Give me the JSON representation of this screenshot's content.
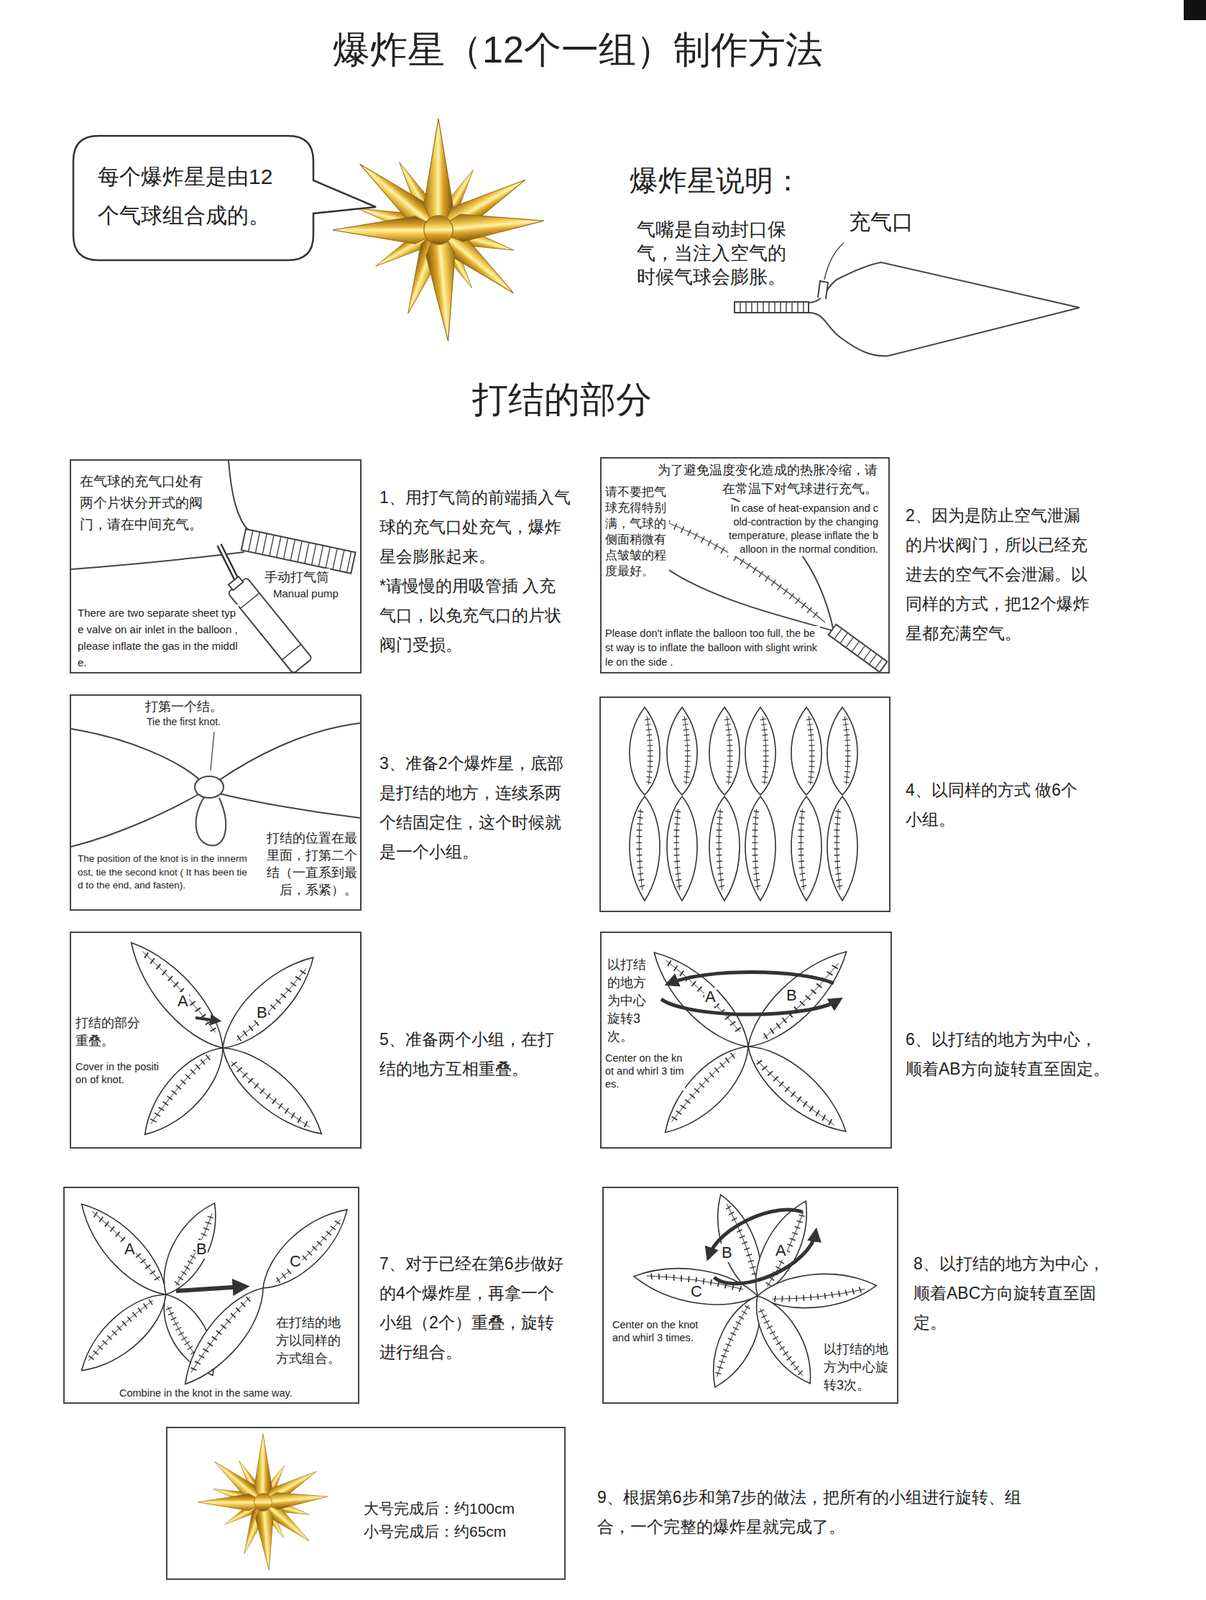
{
  "diagram": {
    "title": "爆炸星（12个一组）制作方法",
    "nodes": [
      {
        "text": [
          "每个爆炸星是由12个气球组合成的。"
        ]
      },
      {
        "text": [
          "在气球的充气口处有两个片状分开式的阀门，请在中间充气。",
          "手动打气筒",
          "Manual pump",
          "There are two separate sheet type valve on air inlet in the balloon , please inflate the gas in the middle."
        ]
      },
      {
        "text": [
          "为了避免温度变化造成的热胀冷缩，请在常温下对气球进行充气。",
          "In case of heat-expansion and cold-contraction by the changing temperature, please inflate the balloon in the normal condition.",
          "请不要把气球充得特别满，气球的侧面稍微有点皱皱的程度最好。",
          "Please don't inflate the balloon too full, the best way is to inflate the balloon with slight wrinkle on the side ."
        ]
      },
      {
        "text": [
          "打第一个结。",
          "Tie the first knot.",
          "打结的位置在最里面，打第二个结（一直系到最后，系紧）。",
          "The position of the knot is in the innermost, tie the second knot ( It has been tied to the end, and fasten)."
        ]
      },
      {
        "text": [
          "打结的部分重叠。",
          "Cover in the position of knot."
        ]
      },
      {
        "text": [
          "以打结的地方为中心旋转3次。",
          "Center on the knot and whirl 3 times."
        ]
      },
      {
        "text": [
          "在打结的地方以同样的方式组合。",
          "Combine in the knot in the same way."
        ]
      },
      {
        "text": [
          "Center on the knot and whirl 3 times.",
          "以打结的地方为中心旋转3次。"
        ]
      },
      {
        "text": [
          "大号完成后：约100cm",
          "小号完成后：约65cm"
        ]
      }
    ],
    "labels": [
      "爆炸星说明：",
      "气嘴是自动封口保气，当注入空气的时候气球会膨胀。",
      "充气口",
      "打结的部分",
      "1、用打气筒的前端插入气球的充气口处充气，爆炸星会膨胀起来。",
      "*请慢慢的用吸管插 入充气口，以免充气口的片状阀门受损。",
      "2、因为是防止空气泄漏的片状阀门，所以已经充进去的空气不会泄漏。以同样的方式，把12个爆炸星都充满空气。",
      "3、准备2个爆炸星，底部是打结的地方，连续系两个结固定住，这个时候就是一个小组。",
      "4、以同样的方式 做6个小组。",
      "A",
      "B",
      "5、准备两个小组，在打结的地方互相重叠。",
      "A",
      "B",
      "6、以打结的地方为中心，顺着AB方向旋转直至固定。",
      "A",
      "B",
      "C",
      "7、对于已经在第6步做好的4个爆炸星，再拿一个小组（2个）重叠，旋转进行组合。",
      "B",
      "A",
      "C",
      "8、以打结的地方为中心，顺着ABC方向旋转直至固定。",
      "9、根据第6步和第7步的做法，把所有的小组进行旋转、组合，一个完整的爆炸星就完成了。"
    ]
  }
}
